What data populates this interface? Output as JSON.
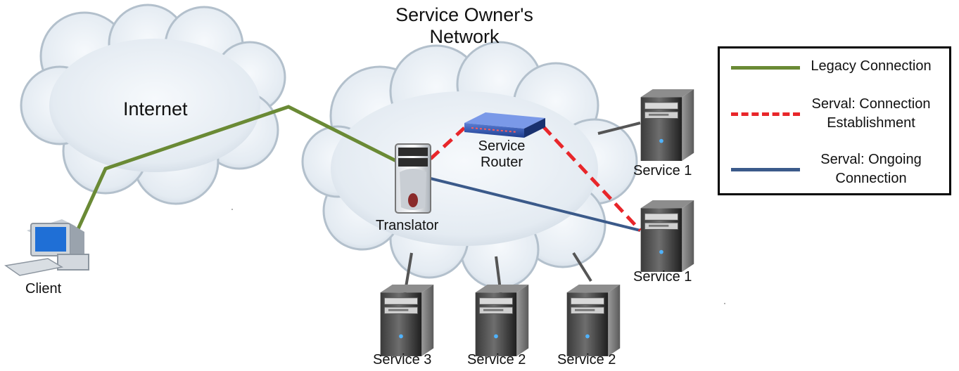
{
  "title": {
    "line1": "Service Owner's",
    "line2": "Network"
  },
  "clouds": {
    "internet_label": "Internet"
  },
  "nodes": {
    "client": "Client",
    "translator": "Translator",
    "service_router_line1": "Service",
    "service_router_line2": "Router",
    "service1_top": "Service 1",
    "service1_mid": "Service 1",
    "service3": "Service 3",
    "service2_a": "Service 2",
    "service2_b": "Service 2"
  },
  "legend": {
    "items": [
      {
        "lines": [
          "Legacy Connection"
        ],
        "color": "#6a8a35",
        "style": "solid"
      },
      {
        "lines": [
          "Serval: Connection",
          "Establishment"
        ],
        "color": "#e8262a",
        "style": "dashed"
      },
      {
        "lines": [
          "Serval: Ongoing",
          "Connection"
        ],
        "color": "#3b5a8a",
        "style": "solid"
      }
    ]
  },
  "colors": {
    "legacy": "#6a8a35",
    "establishment": "#e8262a",
    "ongoing": "#3b5a8a",
    "cloud_fill": "#e6edf4",
    "cloud_edge": "#b3c0cc"
  }
}
